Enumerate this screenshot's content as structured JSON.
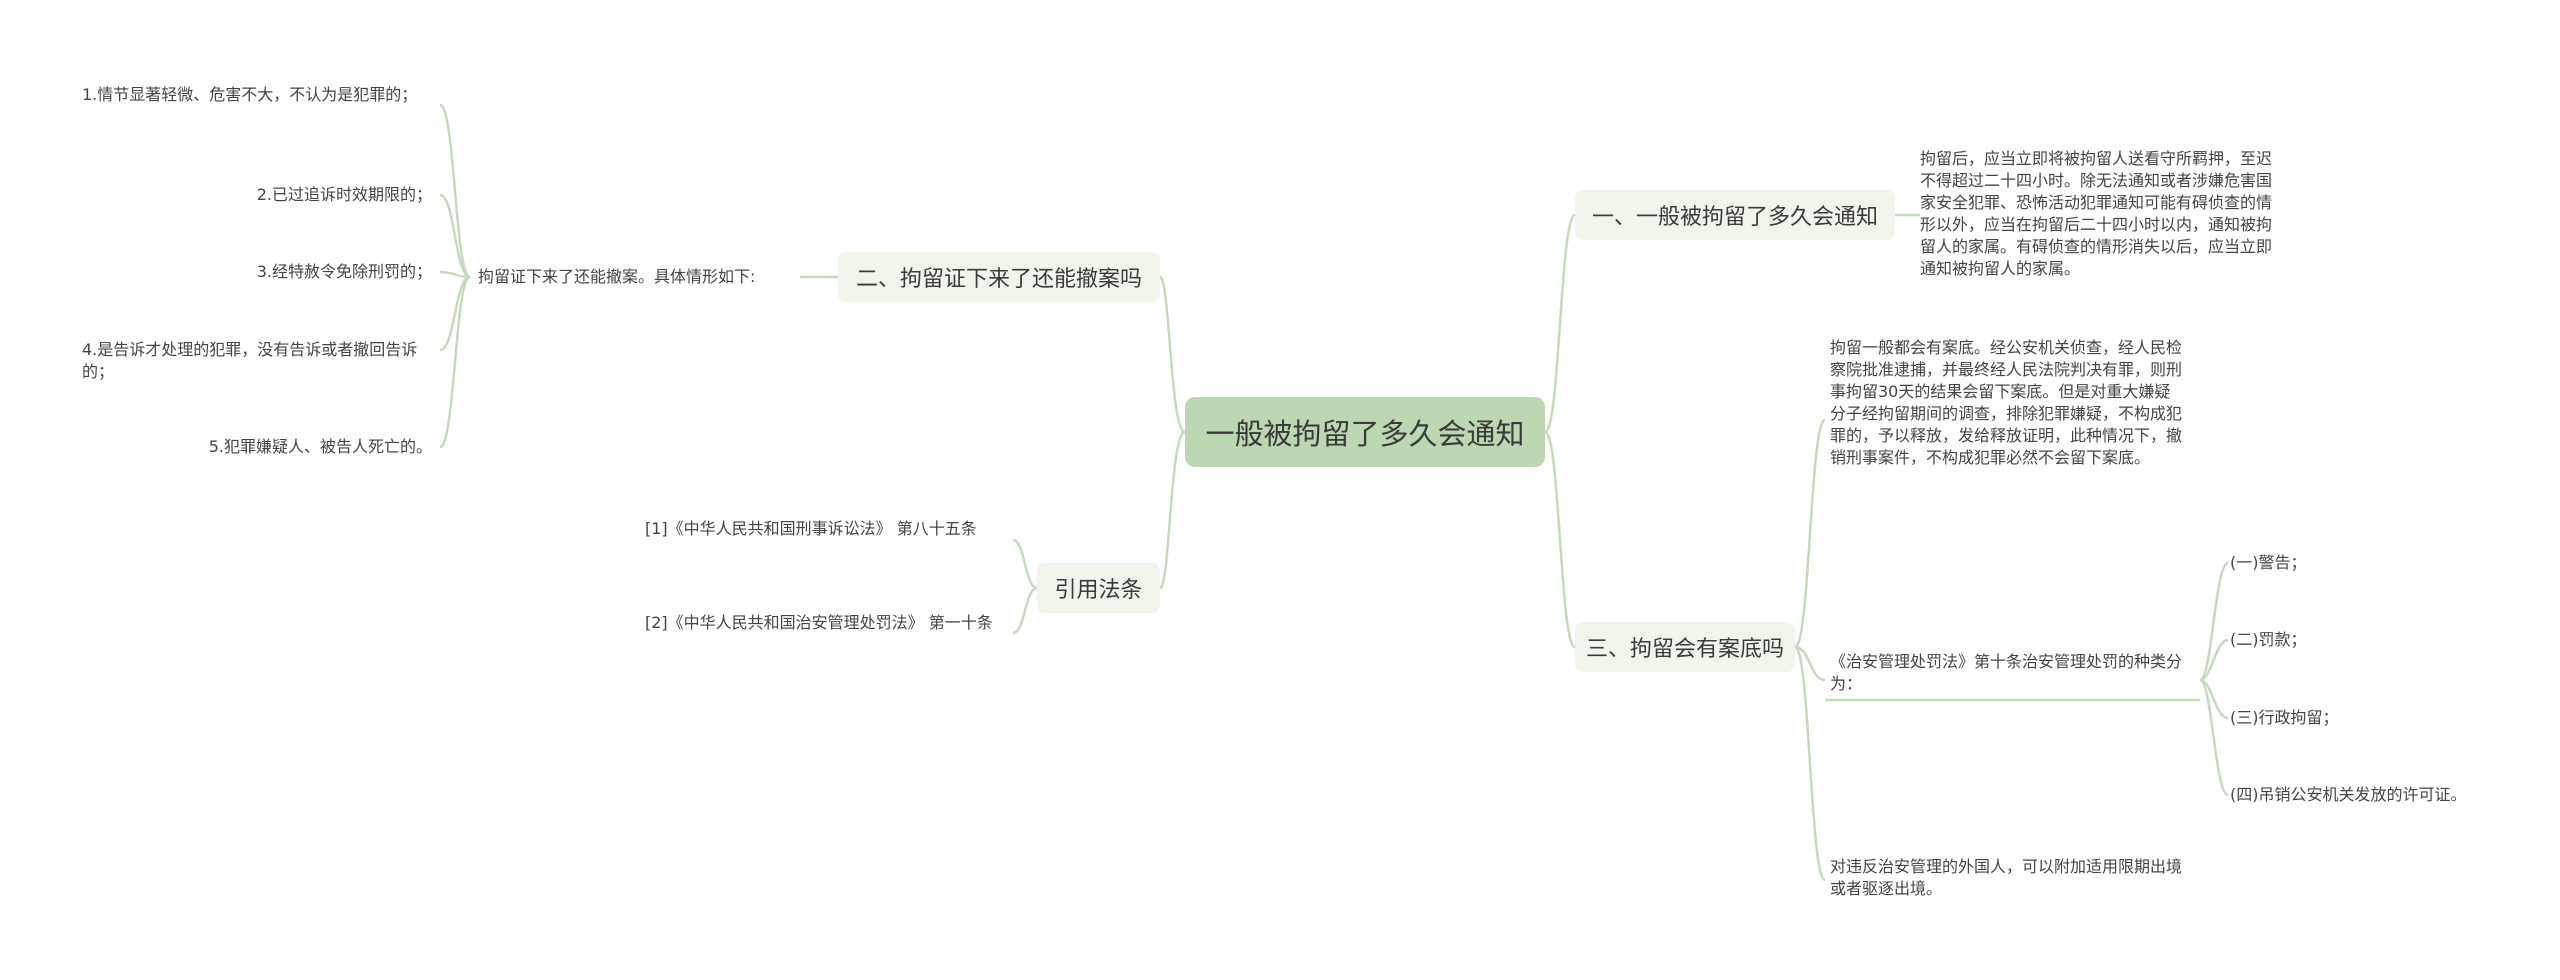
{
  "root": {
    "label": "一般被拘留了多久会通知"
  },
  "branches": {
    "b1": {
      "label": "一、一般被拘留了多久会通知",
      "text": "拘留后，应当立即将被拘留人送看守所羁押，至迟不得超过二十四小时。除无法通知或者涉嫌危害国家安全犯罪、恐怖活动犯罪通知可能有碍侦查的情形以外，应当在拘留后二十四小时以内，通知被拘留人的家属。有碍侦查的情形消失以后，应当立即通知被拘留人的家属。"
    },
    "b2": {
      "label": "二、拘留证下来了还能撤案吗",
      "intro": "拘留证下来了还能撤案。具体情形如下:",
      "items": [
        "1.情节显著轻微、危害不大，不认为是犯罪的；",
        "2.已过追诉时效期限的；",
        "3.经特赦令免除刑罚的；",
        "4.是告诉才处理的犯罪，没有告诉或者撤回告诉的；",
        "5.犯罪嫌疑人、被告人死亡的。"
      ]
    },
    "b3": {
      "label": "三、拘留会有案底吗",
      "text1": "拘留一般都会有案底。经公安机关侦查，经人民检察院批准逮捕，并最终经人民法院判决有罪，则刑事拘留30天的结果会留下案底。但是对重大嫌疑分子经拘留期间的调查，排除犯罪嫌疑，不构成犯罪的，予以释放，发给释放证明，此种情况下，撤销刑事案件，不构成犯罪必然不会留下案底。",
      "text2": "《治安管理处罚法》第十条治安管理处罚的种类分为：",
      "penalties": [
        "(一)警告；",
        "(二)罚款；",
        "(三)行政拘留；",
        "(四)吊销公安机关发放的许可证。"
      ],
      "text3": "对违反治安管理的外国人，可以附加适用限期出境或者驱逐出境。"
    },
    "b4": {
      "label": "引用法条",
      "refs": [
        "[1]《中华人民共和国刑事诉讼法》 第八十五条",
        "[2]《中华人民共和国治安管理处罚法》 第一十条"
      ]
    }
  },
  "colors": {
    "line": "#c5d9bb",
    "root_bg": "#bdd7b3",
    "branch_bg": "#f0f6ec"
  }
}
